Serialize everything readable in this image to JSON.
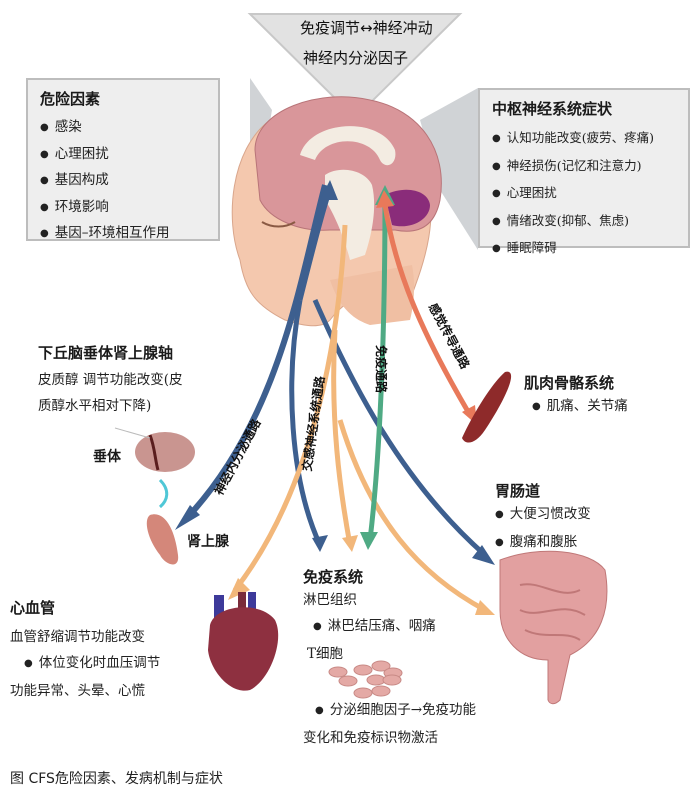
{
  "top_triangle": {
    "line1_left": "免疫调节",
    "line1_arrow": "↔",
    "line1_right": "神经冲动",
    "line2": "神经内分泌因子"
  },
  "risk_factors": {
    "title": "危险因素",
    "items": [
      "感染",
      "心理困扰",
      "基因构成",
      "环境影响",
      "基因–环境相互作用"
    ]
  },
  "cns_symptoms": {
    "title": "中枢神经系统症状",
    "items": [
      "认知功能改变(疲劳、疼痛)",
      "神经损伤(记忆和注意力)",
      "心理困扰",
      "情绪改变(抑郁、焦虑)",
      "睡眠障碍"
    ]
  },
  "hpa_axis": {
    "title": "下丘脑垂体肾上腺轴",
    "desc_line1": "皮质醇 调节功能改变(皮",
    "desc_line2": "质醇水平相对下降)",
    "pituitary_label": "垂体",
    "adrenal_label": "肾上腺"
  },
  "musculoskeletal": {
    "title": "肌肉骨骼系统",
    "items": [
      "肌痛、关节痛"
    ]
  },
  "gi_tract": {
    "title": "胃肠道",
    "items": [
      "大便习惯改变",
      "腹痛和腹胀"
    ]
  },
  "cardiovascular": {
    "title": "心血管",
    "desc_line1": "血管舒缩调节功能改变",
    "desc_line2": "体位变化时血压调节",
    "desc_line3": "功能异常、头晕、心慌"
  },
  "immune_system": {
    "title": "免疫系统",
    "sub1": "淋巴组织",
    "bullet1": "淋巴结压痛、咽痛",
    "sub2": "T细胞",
    "bullet2_line1": "分泌细胞因子→免疫功能",
    "bullet2_line2": "变化和免疫标识物激活"
  },
  "pathways": {
    "neuroendocrine": "神经内分泌通路",
    "sympathetic": "交感神经系统通路",
    "immune": "免疫通路",
    "sensory": "感觉传导通路"
  },
  "colors": {
    "neuroendocrine_arrow": "#3d5f8f",
    "sympathetic_arrow": "#f2b77a",
    "immune_arrow": "#4faa84",
    "sensory_arrow": "#e8795a",
    "box_bg": "#eeeeee",
    "box_border": "#bdbdbd"
  },
  "caption": "图 CFS危险因素、发病机制与症状"
}
